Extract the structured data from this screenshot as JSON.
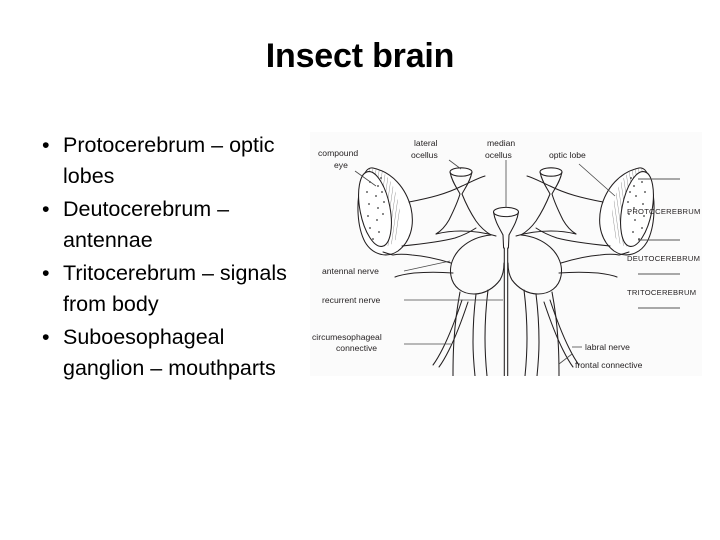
{
  "slide": {
    "title": "Insect brain",
    "bullet_char": "•",
    "bullets": [
      "Protocerebrum – optic lobes",
      "Deutocerebrum – antennae",
      "Tritocerebrum – signals from body",
      "Suboesophageal ganglion – mouthparts"
    ]
  },
  "figure": {
    "alt": "Labeled line diagram of an insect brain, dorsal view",
    "background_color": "#fbfbfb",
    "line_color": "#231f20",
    "label_color": "#231f20",
    "labels": {
      "compound_eye_line1": "compound",
      "compound_eye_line2": "eye",
      "lateral_ocellus_line1": "lateral",
      "lateral_ocellus_line2": "ocellus",
      "median_ocellus_line1": "median",
      "median_ocellus_line2": "ocellus",
      "optic_lobe": "optic lobe",
      "antennal_nerve": "antennal nerve",
      "recurrent_nerve": "recurrent nerve",
      "circumesophageal_line1": "circumesophageal",
      "circumesophageal_line2": "connective",
      "labral_nerve": "labral nerve",
      "frontal_connective": "frontal connective",
      "protocerebrum": "PROTOCEREBRUM",
      "deutocerebrum": "DEUTOCEREBRUM",
      "tritocerebrum": "TRITOCEREBRUM"
    }
  }
}
